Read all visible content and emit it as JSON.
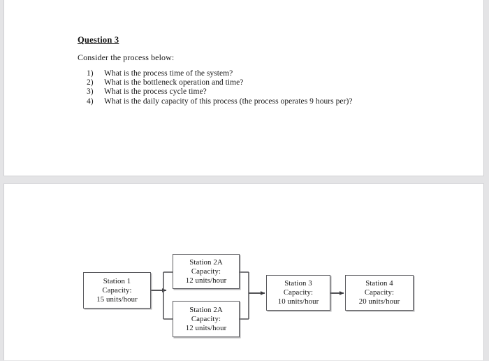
{
  "document": {
    "heading": "Question 3",
    "intro": "Consider the process below:",
    "questions": [
      {
        "marker": "1)",
        "text": "What is the process time of the system?"
      },
      {
        "marker": "2)",
        "text": "What is the bottleneck operation and time?"
      },
      {
        "marker": "3)",
        "text": "What is the process cycle time?"
      },
      {
        "marker": "4)",
        "text": "What is the daily capacity of this process (the process operates 9 hours per)?"
      }
    ]
  },
  "diagram": {
    "nodes": [
      {
        "id": "station-1",
        "title": "Station 1",
        "capacity_label": "Capacity:",
        "capacity_value": "15 units/hour"
      },
      {
        "id": "station-2a-top",
        "title": "Station 2A",
        "capacity_label": "Capacity:",
        "capacity_value": "12 units/hour"
      },
      {
        "id": "station-2a-bottom",
        "title": "Station 2A",
        "capacity_label": "Capacity:",
        "capacity_value": "12 units/hour"
      },
      {
        "id": "station-3",
        "title": "Station 3",
        "capacity_label": "Capacity:",
        "capacity_value": "10 units/hour"
      },
      {
        "id": "station-4",
        "title": "Station 4",
        "capacity_label": "Capacity:",
        "capacity_value": "20 units/hour"
      }
    ],
    "connector_names": [
      "arrow-station1-to-split",
      "split-connector",
      "merge-connector",
      "arrow-merge-to-station3",
      "arrow-station3-to-station4"
    ]
  },
  "colors": {
    "page_background": "#ffffff",
    "canvas_background": "#e4e4e6",
    "box_border": "#5a5a5e",
    "text": "#141414",
    "connector": "#3b3b3f"
  }
}
